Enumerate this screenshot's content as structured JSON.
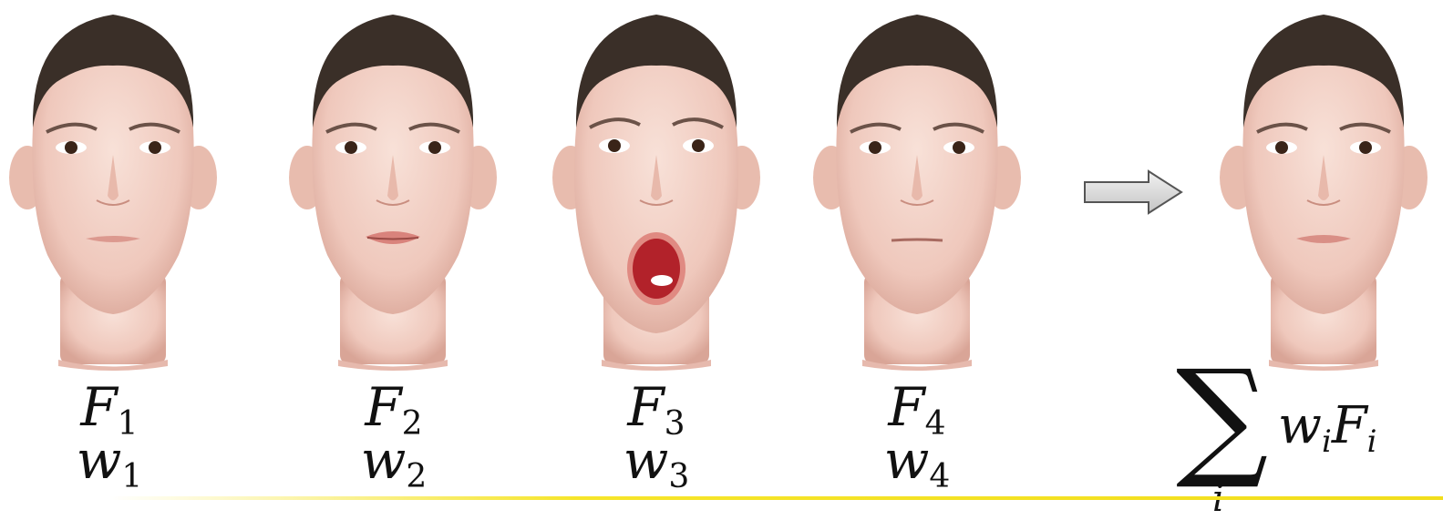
{
  "faces": [
    {
      "id": "neutral",
      "expression": "neutral",
      "label": "F",
      "label_sub": "1",
      "weight": "w",
      "weight_sub": "1"
    },
    {
      "id": "lips-parted",
      "expression": "lips-parted",
      "label": "F",
      "label_sub": "2",
      "weight": "w",
      "weight_sub": "2"
    },
    {
      "id": "mouth-open",
      "expression": "mouth-open",
      "label": "F",
      "label_sub": "3",
      "weight": "w",
      "weight_sub": "3"
    },
    {
      "id": "lips-pressed",
      "expression": "lips-pressed",
      "label": "F",
      "label_sub": "4",
      "weight": "w",
      "weight_sub": "4"
    },
    {
      "id": "blended",
      "expression": "blended"
    }
  ],
  "arrow": {
    "icon": "right-arrow-icon"
  },
  "sum": {
    "symbol": "∑",
    "index": "i",
    "w": "w",
    "w_sub": "i",
    "f": "F",
    "f_sub": "i"
  },
  "colors": {
    "skin": "#f3d3c9",
    "hair": "#3a2f28",
    "lips": "#d9837c",
    "mouth_inside": "#b2222a",
    "accent_bar": "#f6e52a",
    "arrow_fill": "#d8d8d8"
  }
}
